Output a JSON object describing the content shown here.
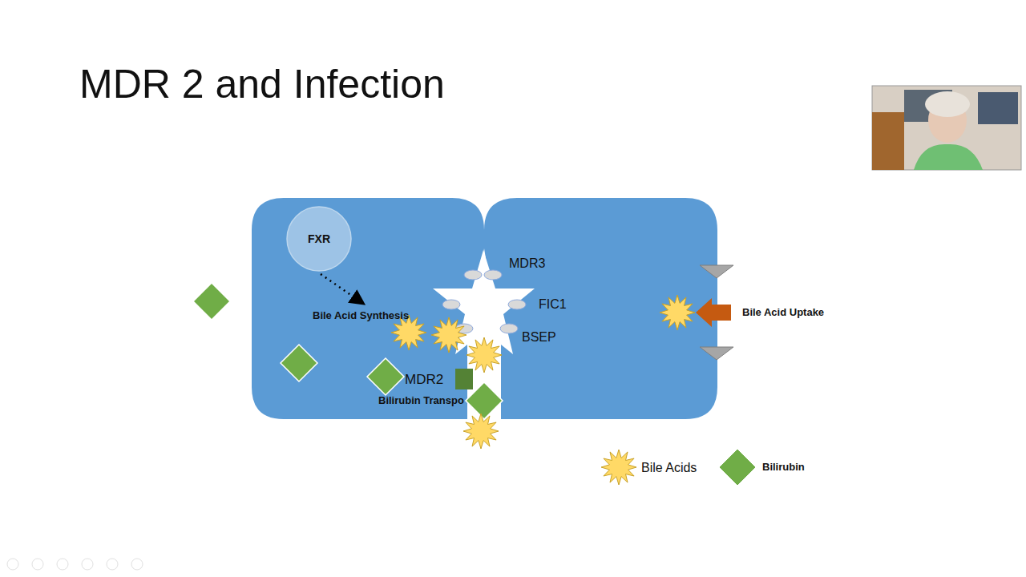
{
  "diagram": {
    "title": "MDR 2 and Infection",
    "nodes": [
      {
        "text": [
          "FXR"
        ]
      }
    ],
    "labels": [
      "MDR3",
      "FIC1",
      "BSEP",
      "Bile Acid Synthesis",
      "MDR2",
      "Bilirubin Transpo",
      "Bile Acid Uptake"
    ],
    "legend": [
      {
        "text": "Bile Acids"
      },
      {
        "text": "Bilirubin"
      }
    ]
  }
}
